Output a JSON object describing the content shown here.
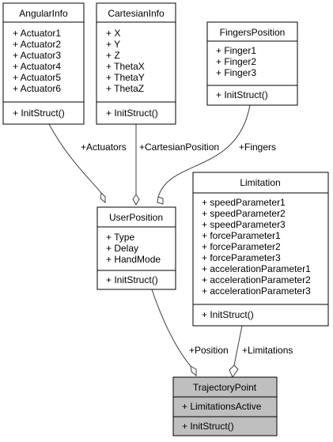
{
  "classes": {
    "angular": {
      "name": "AngularInfo",
      "attributes": [
        "+ Actuator1",
        "+ Actuator2",
        "+ Actuator3",
        "+ Actuator4",
        "+ Actuator5",
        "+ Actuator6"
      ],
      "methods": [
        "+ InitStruct()"
      ]
    },
    "cartesian": {
      "name": "CartesianInfo",
      "attributes": [
        "+ X",
        "+ Y",
        "+ Z",
        "+ ThetaX",
        "+ ThetaY",
        "+ ThetaZ"
      ],
      "methods": [
        "+ InitStruct()"
      ]
    },
    "fingers": {
      "name": "FingersPosition",
      "attributes": [
        "+ Finger1",
        "+ Finger2",
        "+ Finger3"
      ],
      "methods": [
        "+ InitStruct()"
      ]
    },
    "limitation": {
      "name": "Limitation",
      "attributes": [
        "+ speedParameter1",
        "+ speedParameter2",
        "+ speedParameter3",
        "+ forceParameter1",
        "+ forceParameter2",
        "+ forceParameter3",
        "+ accelerationParameter1",
        "+ accelerationParameter2",
        "+ accelerationParameter3"
      ],
      "methods": [
        "+ InitStruct()"
      ]
    },
    "userpos": {
      "name": "UserPosition",
      "attributes": [
        "+ Type",
        "+ Delay",
        "+ HandMode"
      ],
      "methods": [
        "+ InitStruct()"
      ]
    },
    "trajectory": {
      "name": "TrajectoryPoint",
      "attributes": [
        "+ LimitationsActive"
      ],
      "methods": [
        "+ InitStruct()"
      ]
    }
  },
  "edges": {
    "actuators": "+Actuators",
    "cartesian": "+CartesianPosition",
    "fingers": "+Fingers",
    "position": "+Position",
    "limitations": "+Limitations"
  },
  "colors": {
    "highlight_fill": "#bfbfbf",
    "edge": "#404040"
  }
}
